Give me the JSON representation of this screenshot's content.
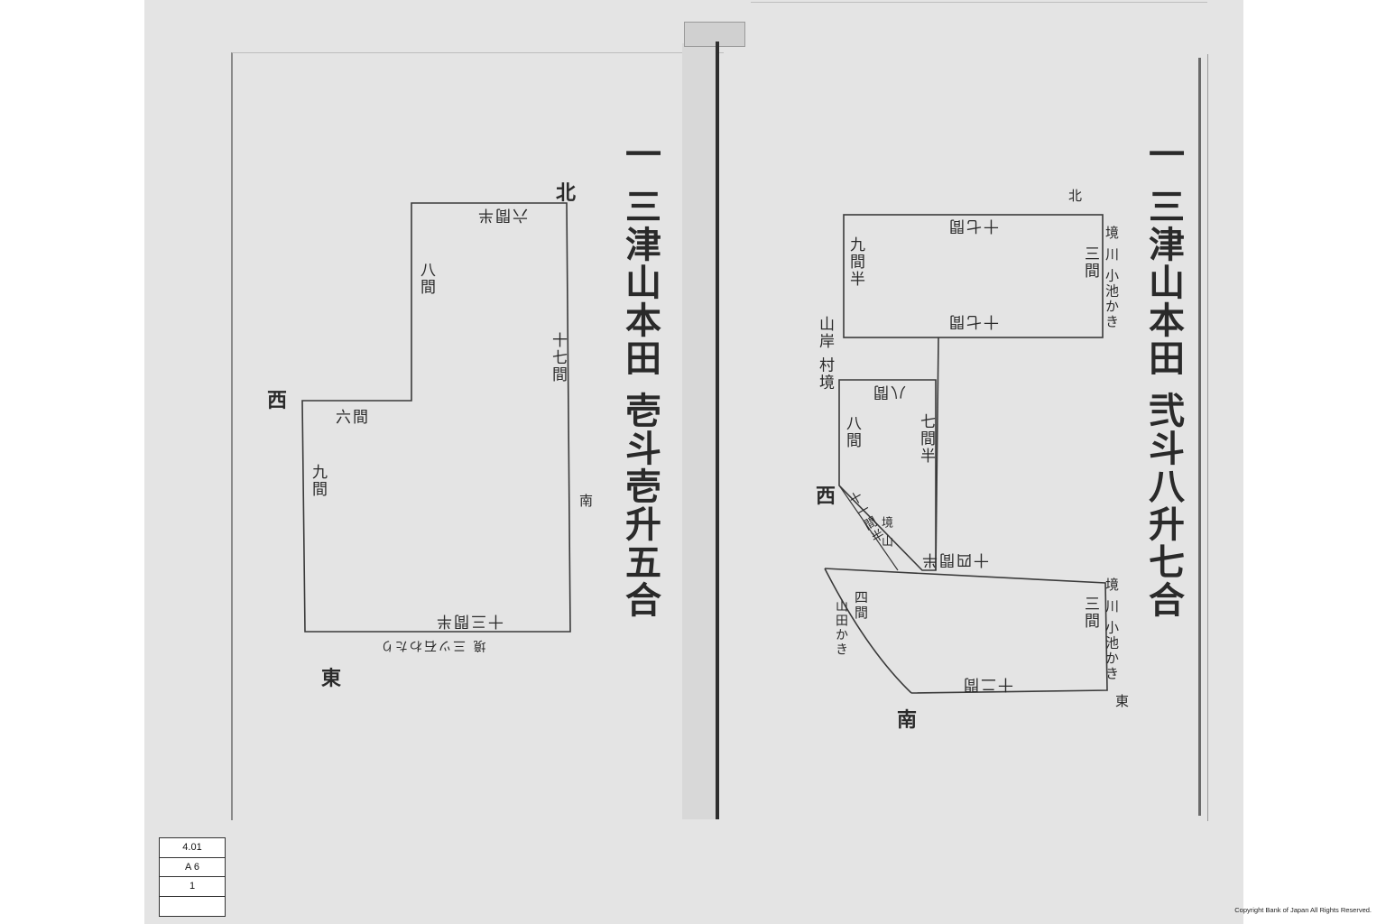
{
  "left_page": {
    "title": "一 三津山本田 壱斗壱升五合",
    "labels": {
      "top_side": "六間半",
      "upper_left_side": "八間",
      "right_side": "十七間",
      "step_side": "六間",
      "lower_left_side": "九間",
      "bottom_side": "十三間半",
      "bottom_note": "境 三ツ石わたり"
    },
    "directions": {
      "north": "北",
      "west": "西",
      "south": "南",
      "east": "東"
    }
  },
  "right_page": {
    "title": "一 三津山本田 弐斗八升七合",
    "labels": {
      "upper_top": "十七間",
      "upper_left": "九間半",
      "upper_right": "三間",
      "upper_bottom": "十七間",
      "upper_right_note": "境 川 小池かき",
      "mid_top": "八間",
      "mid_left_outer": "山岸 村境",
      "mid_left_inner": "八間",
      "mid_right": "七間半",
      "diag": "十一間半",
      "diag_note": "境 山",
      "lower_top": "十四間半",
      "lower_right": "三間",
      "lower_right_note": "境 川 小池かき",
      "lower_arc": "四間",
      "lower_arc_note": "山田かき",
      "lower_bottom": "十二間"
    },
    "directions": {
      "north": "北",
      "west": "西",
      "south": "南",
      "east": "東"
    }
  },
  "stamp": {
    "line1": "4.01",
    "line2": "A 6",
    "line3": "1"
  },
  "copyright": "Copyright Bank of Japan All Rights Reserved."
}
